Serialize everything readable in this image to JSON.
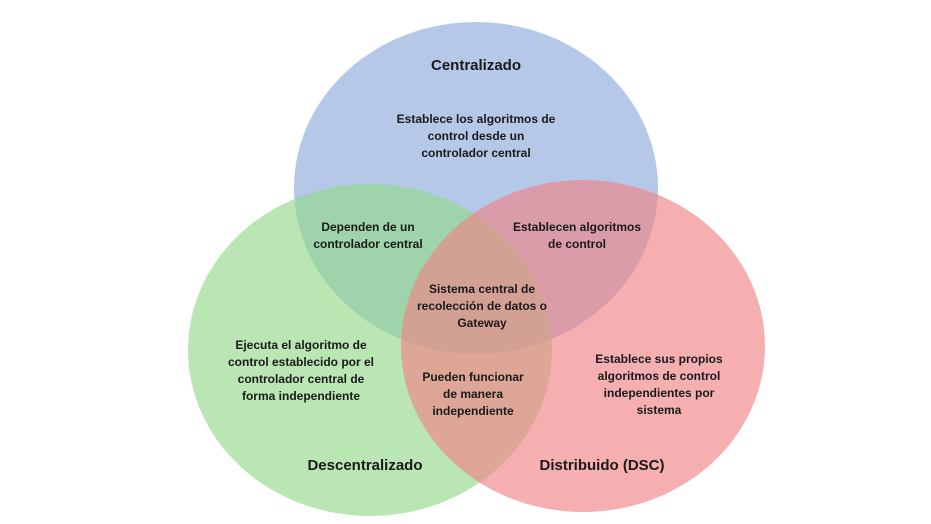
{
  "colors": {
    "centralizado": "#8eaadb",
    "descentralizado": "#93d98a",
    "distribuido": "#f08487"
  },
  "sets": {
    "centralizado": {
      "title": "Centralizado",
      "description": "Establece los algoritmos de\ncontrol desde un\ncontrolador central"
    },
    "descentralizado": {
      "title": "Descentralizado",
      "description": "Ejecuta el algoritmo de\ncontrol establecido por el\ncontrolador central de\nforma independiente"
    },
    "distribuido": {
      "title": "Distribuido (DSC)",
      "description": "Establece sus propios\nalgoritmos de control\nindependientes por\nsistema"
    }
  },
  "overlaps": {
    "centralizado_descentralizado": "Dependen de un\ncontrolador central",
    "centralizado_distribuido": "Establecen algoritmos\nde control",
    "descentralizado_distribuido": "Pueden funcionar\nde manera\nindependiente",
    "all": "Sistema central de\nrecolección de datos o\nGateway"
  }
}
